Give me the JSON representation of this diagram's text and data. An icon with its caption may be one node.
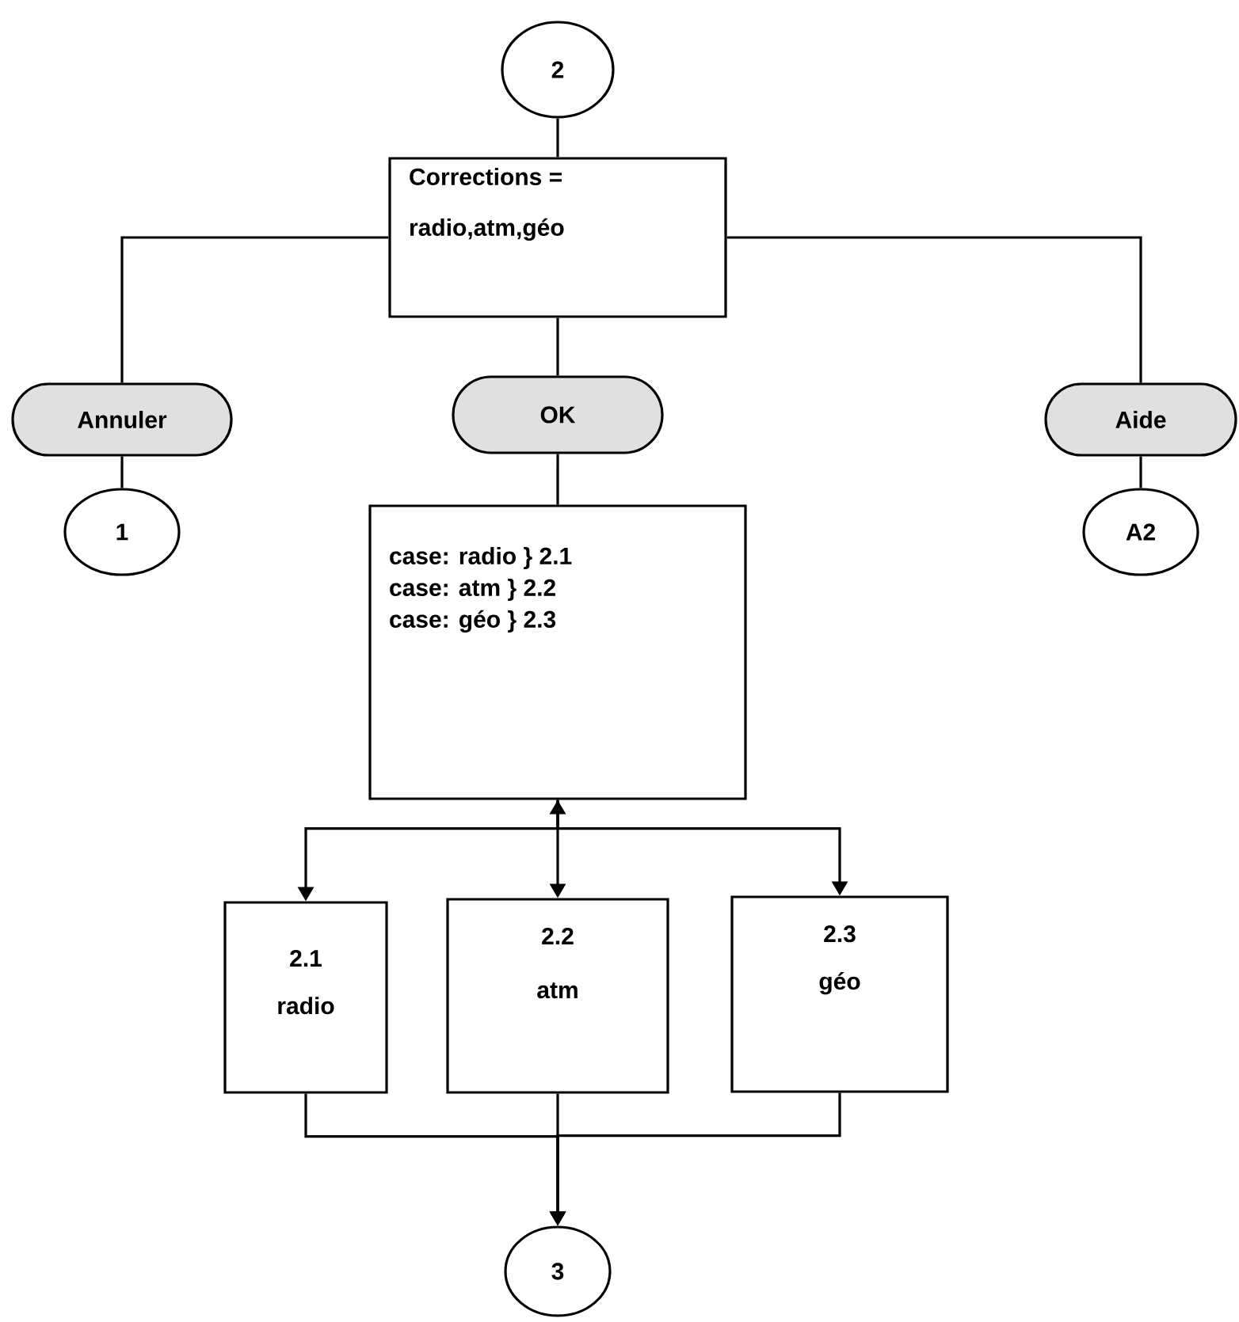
{
  "diagram": {
    "nodes": [
      {
        "text": [
          "2"
        ]
      },
      {
        "text": [
          "Corrections =",
          "radio,atm,géo"
        ]
      },
      {
        "text": [
          "Annuler"
        ]
      },
      {
        "text": [
          "OK"
        ]
      },
      {
        "text": [
          "Aide"
        ]
      },
      {
        "text": [
          "1"
        ]
      },
      {
        "text": [
          "case: radio } 2.1",
          "case: atm } 2.2",
          "case: géo } 2.3"
        ]
      },
      {
        "text": [
          "A2"
        ]
      },
      {
        "text": [
          "2.1",
          "radio"
        ]
      },
      {
        "text": [
          "2.2",
          "atm"
        ]
      },
      {
        "text": [
          "2.3",
          "géo"
        ]
      },
      {
        "text": [
          "3"
        ]
      }
    ],
    "edges": [
      {
        "from": 0,
        "to": 1,
        "arrow": "none"
      },
      {
        "from": 1,
        "to": 2,
        "arrow": "none"
      },
      {
        "from": 1,
        "to": 3,
        "arrow": "none"
      },
      {
        "from": 1,
        "to": 4,
        "arrow": "none"
      },
      {
        "from": 2,
        "to": 5,
        "arrow": "none"
      },
      {
        "from": 3,
        "to": 6,
        "arrow": "none"
      },
      {
        "from": 4,
        "to": 7,
        "arrow": "none"
      },
      {
        "from": 6,
        "to": 8,
        "arrow": "to"
      },
      {
        "from": 6,
        "to": 9,
        "arrow": "both"
      },
      {
        "from": 6,
        "to": 10,
        "arrow": "to"
      },
      {
        "from": 8,
        "to": 11,
        "arrow": "to"
      },
      {
        "from": 9,
        "to": 11,
        "arrow": "to"
      },
      {
        "from": 10,
        "to": 11,
        "arrow": "to"
      }
    ]
  }
}
